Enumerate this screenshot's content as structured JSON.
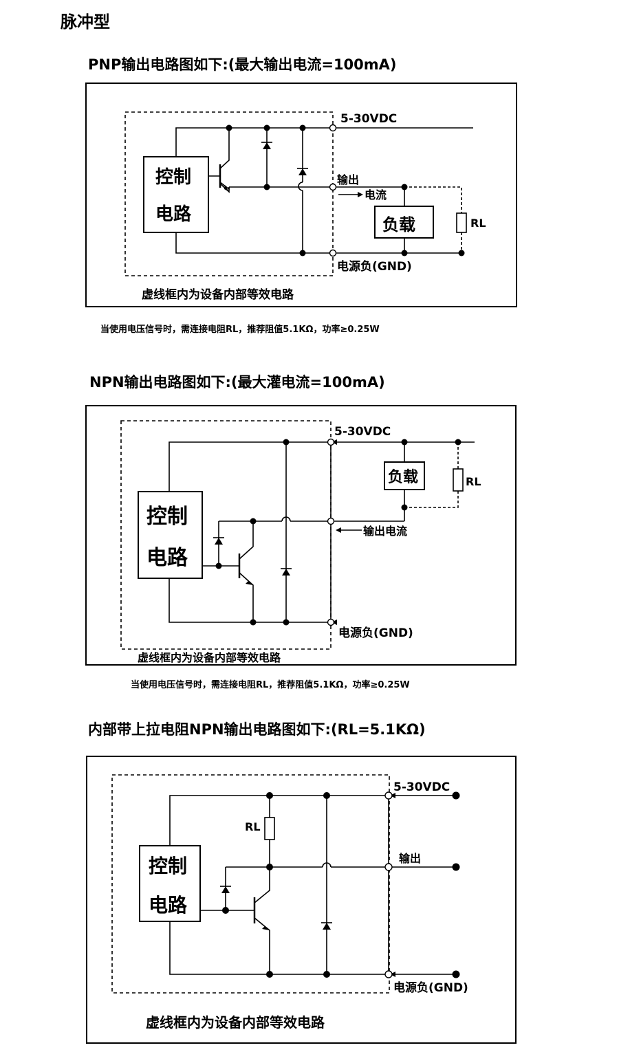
{
  "page": {
    "title": "脉冲型"
  },
  "pnp": {
    "title": "PNP输出电路图如下:(最大输出电流=100mA)",
    "supply": "5-30VDC",
    "control_line1": "控制",
    "control_line2": "电路",
    "output": "输出",
    "current": "电流",
    "load": "负载",
    "rl": "RL",
    "gnd": "电源负(GND)",
    "dashed_note": "虚线框内为设备内部等效电路",
    "footnote": "当使用电压信号时，需连接电阻RL，推荐阻值5.1KΩ，功率≥0.25W"
  },
  "npn": {
    "title": "NPN输出电路图如下:(最大灌电流=100mA)",
    "supply": "5-30VDC",
    "control_line1": "控制",
    "control_line2": "电路",
    "load": "负载",
    "rl": "RL",
    "output_current": "输出电流",
    "gnd": "电源负(GND)",
    "dashed_note": "虚线框内为设备内部等效电路",
    "footnote": "当使用电压信号时，需连接电阻RL，推荐阻值5.1KΩ，功率≥0.25W"
  },
  "npn_pullup": {
    "title": "内部带上拉电阻NPN输出电路图如下:(RL=5.1KΩ)",
    "supply": "5-30VDC",
    "rl": "RL",
    "output": "输出",
    "control_line1": "控制",
    "control_line2": "电路",
    "gnd": "电源负(GND)",
    "dashed_note": "虚线框内为设备内部等效电路"
  }
}
